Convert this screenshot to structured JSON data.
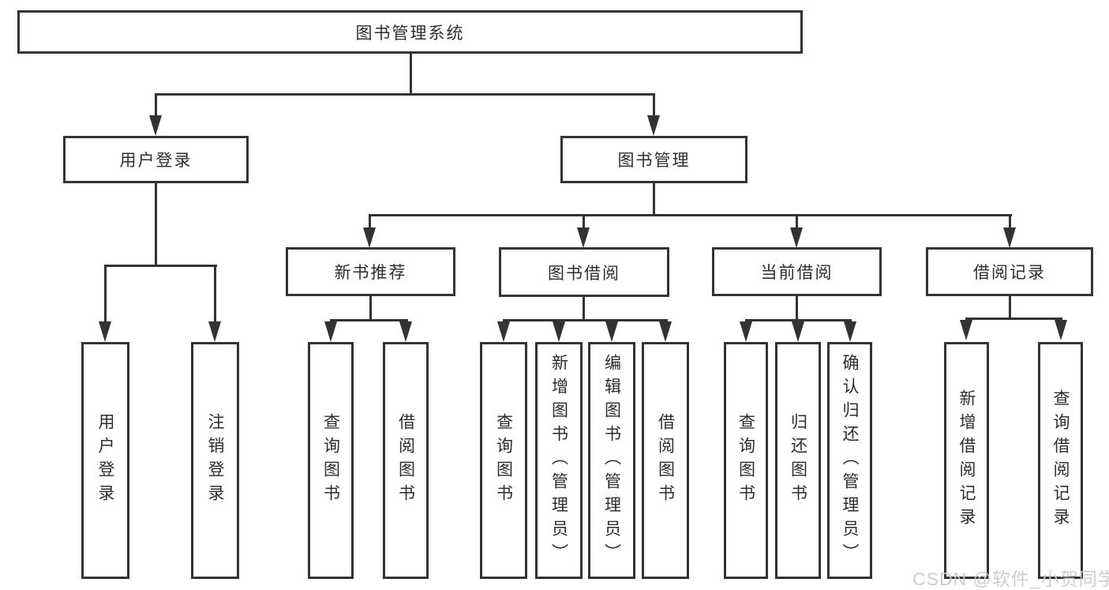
{
  "title": "图书管理系统",
  "nodes": {
    "root": "图书管理系统",
    "userLogin": "用户登录",
    "bookMgmt": "图书管理",
    "newBookRec": "新书推荐",
    "bookBorrow": "图书借阅",
    "currentBorrow": "当前借阅",
    "borrowRecords": "借阅记录",
    "leafUserLogin": "用户登录",
    "leafLogout": "注销登录",
    "nbQuery": "查询图书",
    "nbBorrow": "借阅图书",
    "bbQuery": "查询图书",
    "bbAdd": "新增图书（管理员）",
    "bbEdit": "编辑图书（管理员）",
    "bbBorrow": "借阅图书",
    "cbQuery": "查询图书",
    "cbReturn": "归还图书",
    "cbConfirm": "确认归还（管理员）",
    "brAdd": "新增借阅记录",
    "brQuery": "查询借阅记录"
  },
  "watermark": "CSDN @软件_小贺同学",
  "colors": {
    "line": "#333333",
    "text": "#2d2d2d",
    "watermark": "#c9c9c9",
    "background": "#ffffff"
  }
}
